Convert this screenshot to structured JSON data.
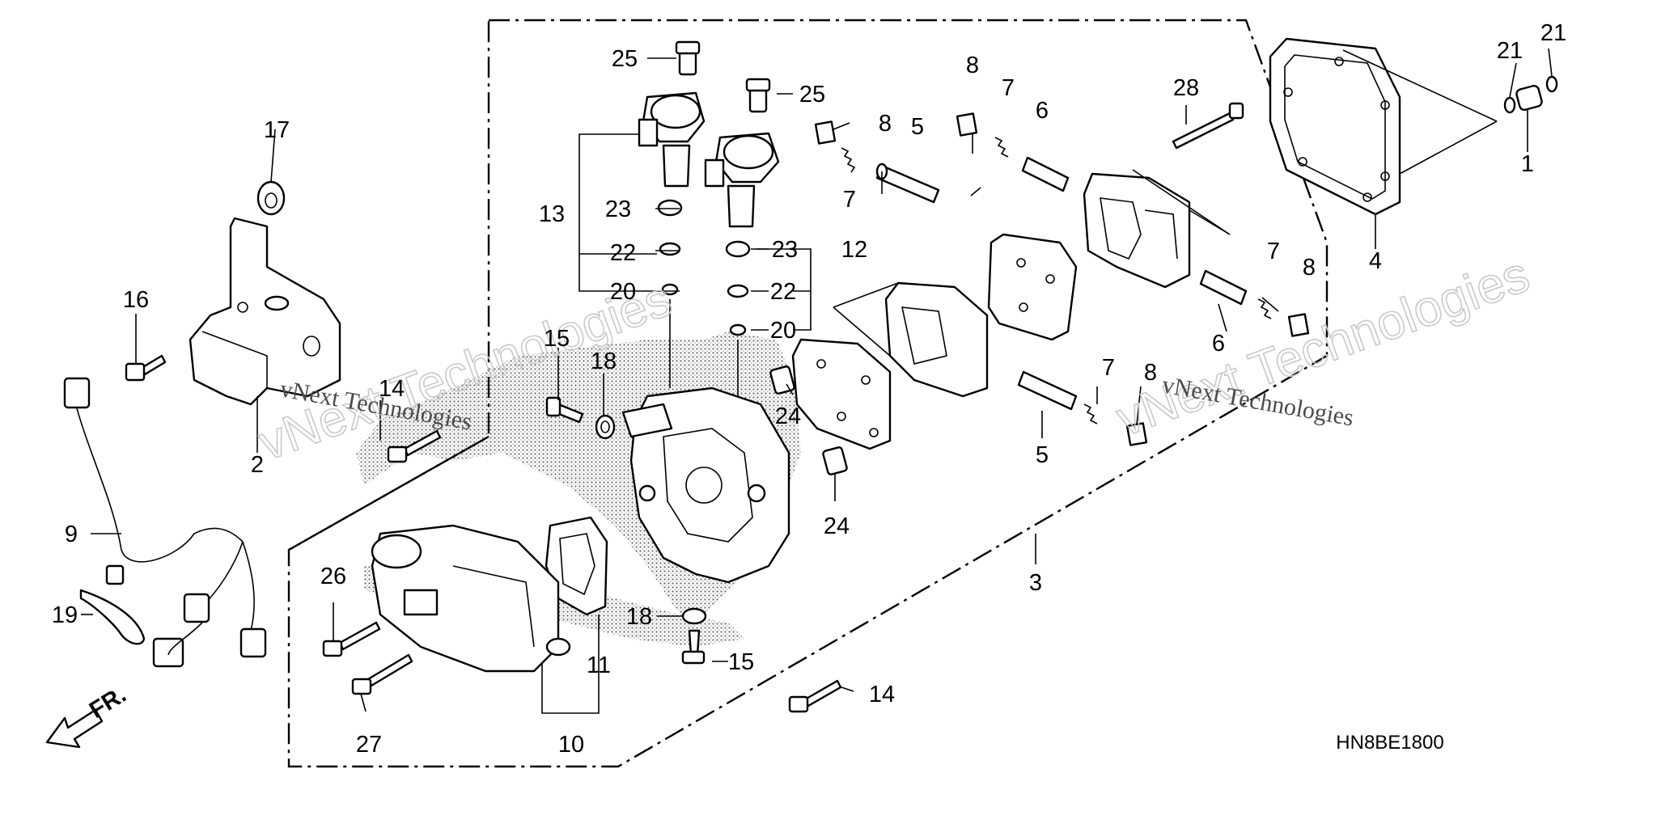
{
  "diagram": {
    "code": "HN8BE1800",
    "front_label": "FR.",
    "watermark": "vNext Technologies",
    "parts": [
      {
        "num": "1"
      },
      {
        "num": "2"
      },
      {
        "num": "3"
      },
      {
        "num": "4"
      },
      {
        "num": "5"
      },
      {
        "num": "5"
      },
      {
        "num": "6"
      },
      {
        "num": "6"
      },
      {
        "num": "7"
      },
      {
        "num": "7"
      },
      {
        "num": "7"
      },
      {
        "num": "7"
      },
      {
        "num": "8"
      },
      {
        "num": "8"
      },
      {
        "num": "8"
      },
      {
        "num": "8"
      },
      {
        "num": "9"
      },
      {
        "num": "10"
      },
      {
        "num": "11"
      },
      {
        "num": "12"
      },
      {
        "num": "13"
      },
      {
        "num": "14"
      },
      {
        "num": "14"
      },
      {
        "num": "15"
      },
      {
        "num": "15"
      },
      {
        "num": "16"
      },
      {
        "num": "17"
      },
      {
        "num": "18"
      },
      {
        "num": "18"
      },
      {
        "num": "19"
      },
      {
        "num": "20"
      },
      {
        "num": "20"
      },
      {
        "num": "21"
      },
      {
        "num": "21"
      },
      {
        "num": "22"
      },
      {
        "num": "22"
      },
      {
        "num": "23"
      },
      {
        "num": "23"
      },
      {
        "num": "24"
      },
      {
        "num": "24"
      },
      {
        "num": "25"
      },
      {
        "num": "25"
      },
      {
        "num": "26"
      },
      {
        "num": "27"
      },
      {
        "num": "28"
      }
    ]
  }
}
